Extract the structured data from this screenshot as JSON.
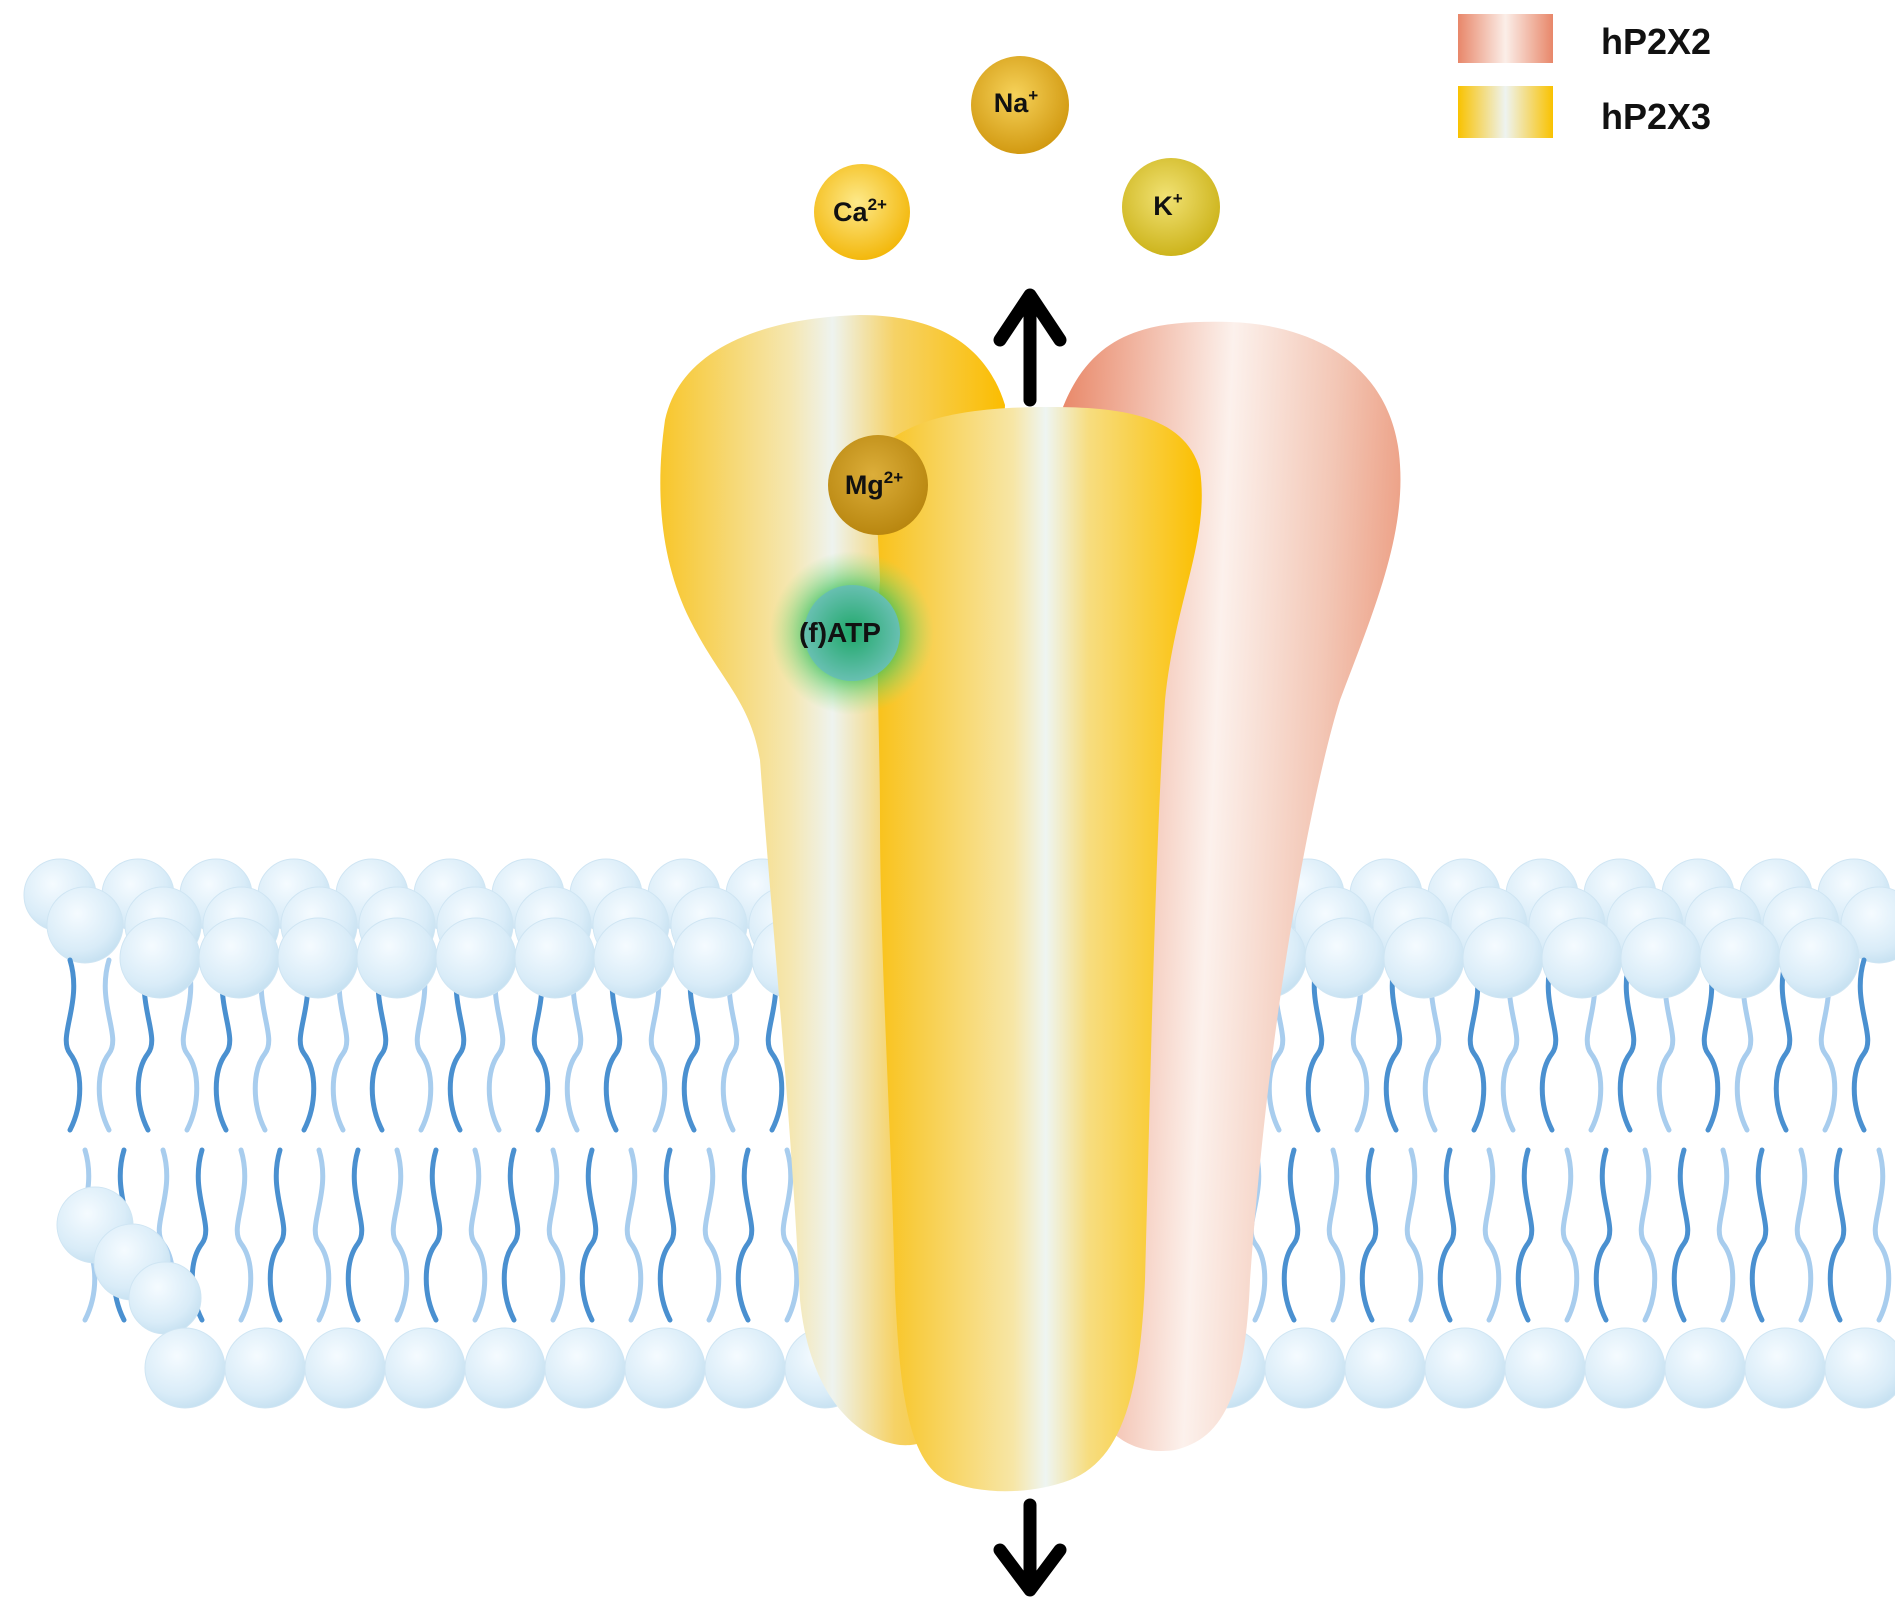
{
  "legend": {
    "items": [
      {
        "label": "hP2X2",
        "color_edge": "#e8876a",
        "color_mid": "#fbeee8"
      },
      {
        "label": "hP2X3",
        "color_edge": "#f9c200",
        "color_mid": "#eef3f0"
      }
    ]
  },
  "ions": {
    "na": {
      "label": "Na",
      "charge": "+",
      "color": "#dca61c"
    },
    "ca": {
      "label": "Ca",
      "charge": "2+",
      "color": "#f7c520"
    },
    "k": {
      "label": "K",
      "charge": "+",
      "color": "#d8c232"
    },
    "mg": {
      "label": "Mg",
      "charge": "2+",
      "color": "#c9981f"
    }
  },
  "ligand": {
    "label": "(f)ATP",
    "color": "#1faa6a"
  },
  "membrane": {
    "head_color": "#ddeef8",
    "tail_dark": "#4a90d0",
    "tail_light": "#a8cdee"
  }
}
